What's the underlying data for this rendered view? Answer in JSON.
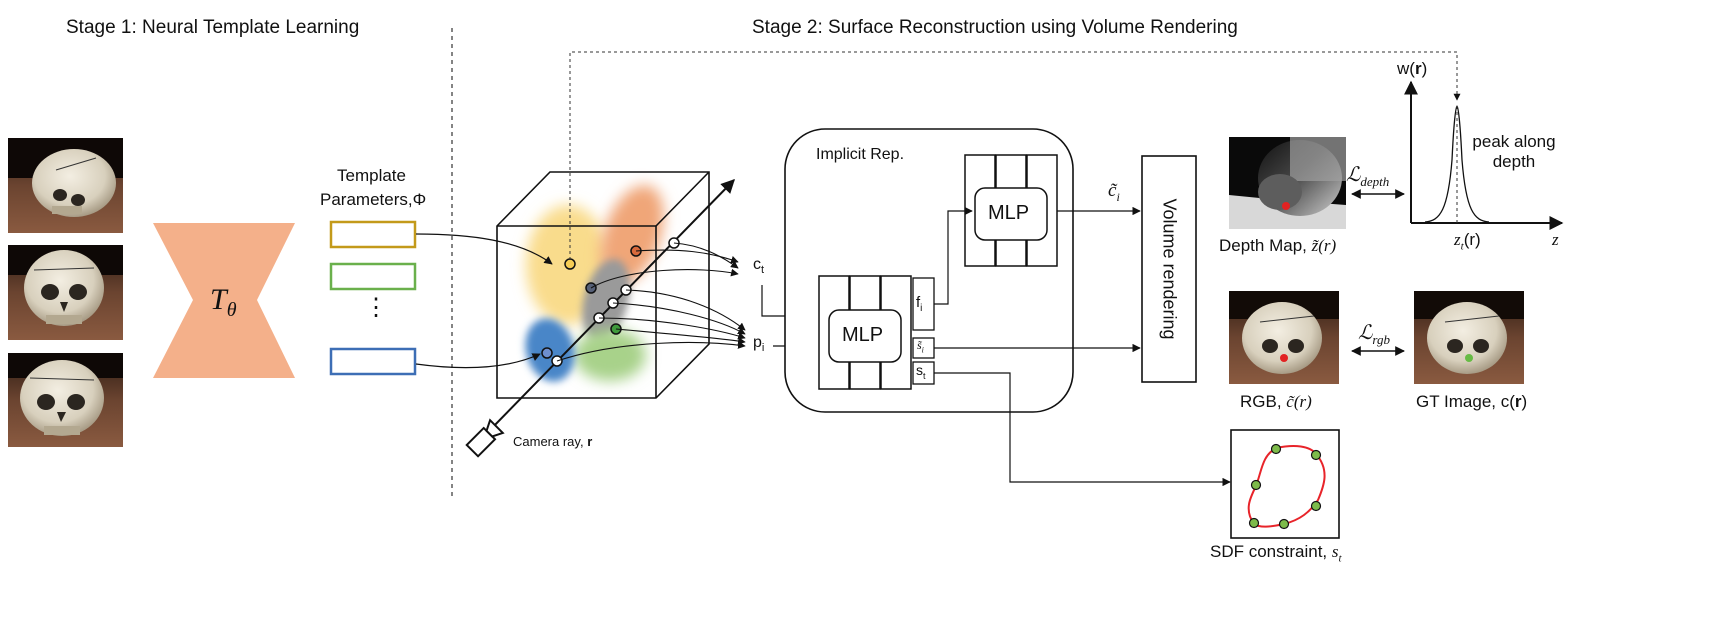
{
  "stage1": {
    "title": "Stage 1: Neural Template Learning"
  },
  "stage2": {
    "title": "Stage 2: Surface Reconstruction using Volume Rendering"
  },
  "template_net": {
    "symbol": "T",
    "subscript": "θ"
  },
  "template_params": {
    "line1": "Template",
    "line2": "Parameters,Φ",
    "ellipsis": "⋮"
  },
  "volume": {
    "camera_ray_label": "Camera ray,",
    "camera_ray_symbol": "r",
    "ct_label": "c",
    "ct_sub": "t",
    "pi_label": "p",
    "pi_sub": "i"
  },
  "implicit": {
    "title": "Implicit Rep.",
    "mlp_main": "MLP",
    "mlp_top": "MLP",
    "fi_label": "f",
    "fi_sub": "i",
    "si_label": "s̃",
    "si_sub": "i",
    "st_label": "s",
    "st_sub": "t",
    "ci_label": "c̃",
    "ci_sub": "i"
  },
  "volume_rendering": {
    "label": "Volume rendering"
  },
  "outputs": {
    "depth_map_label": "Depth Map, ",
    "depth_map_math": "z̃(r)",
    "rgb_label": "RGB, ",
    "rgb_math": "c̃(r)",
    "gt_label": "GT Image, c(",
    "gt_r": "r",
    "gt_close": ")",
    "sdf_label": "SDF constraint, ",
    "sdf_math": "s",
    "sdf_sub": "t"
  },
  "losses": {
    "depth_script": "ℒ",
    "depth_sub": "depth",
    "rgb_script": "ℒ",
    "rgb_sub": "rgb"
  },
  "weight_plot": {
    "ylabel": "w(",
    "ylabel_r": "r",
    "ylabel_close": ")",
    "xlabel": "z",
    "peak_label_line1": "peak along",
    "peak_label_line2": "depth",
    "zt_label": "z",
    "zt_sub": "t",
    "zt_arg": "(r)"
  },
  "colors": {
    "template_net": "#f4b08a",
    "param_box_1": "#c39a1a",
    "param_box_2": "#6ab04c",
    "param_box_3": "#3d6eb5",
    "blob_yellow": "#f9dc8c",
    "blob_orange": "#f0a678",
    "blob_blue": "#4a86c8",
    "blob_green": "#a8d28a",
    "blob_gray": "#9a9a9a",
    "sdf_curve": "#e8242a",
    "sdf_dot": "#7dbb4a",
    "rgb_dot": "#e22222",
    "gt_dot": "#66bb44"
  }
}
